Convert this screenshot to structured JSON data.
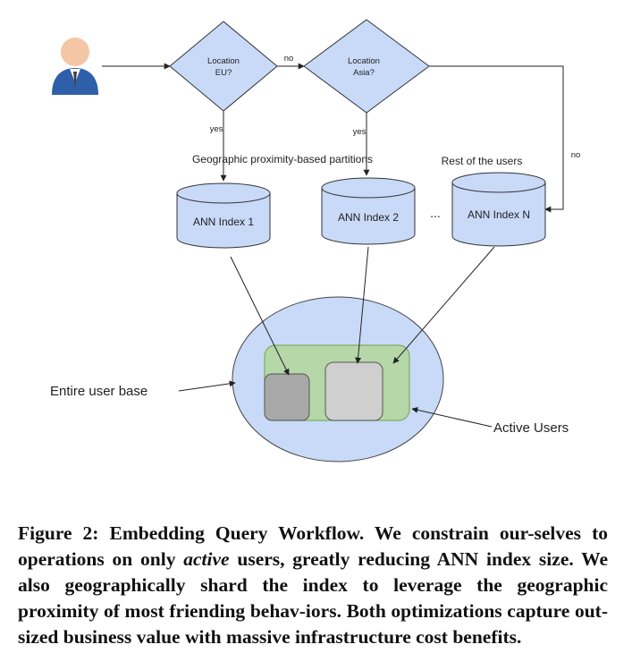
{
  "diagram": {
    "decision_eu": [
      "Location",
      "EU?"
    ],
    "decision_asia": [
      "Location",
      "Asia?"
    ],
    "edge_no_1": "no",
    "edge_yes_1": "yes",
    "edge_yes_2": "yes",
    "edge_no_2": "no",
    "partition_label": "Geographic proximity-based partitions",
    "rest_label": "Rest of the users",
    "ellipsis": "...",
    "index_1": "ANN Index 1",
    "index_2": "ANN Index 2",
    "index_n": "ANN Index N",
    "entire_user_base": "Entire user base",
    "active_users": "Active Users",
    "colors": {
      "decision_fill": "#c9daf8",
      "cylinder_fill": "#c9daf8",
      "ellipse_fill": "#c9daf8",
      "active_fill": "#b6d7a8",
      "active_stroke": "#7aae5a",
      "shard_dark": "#a8a8a8",
      "shard_light": "#cfcfcf",
      "user_suit": "#2f5fa8",
      "user_skin": "#f5c6a5"
    }
  },
  "caption": {
    "lead": "Figure 2: Embedding Query Workflow. We constrain our-selves to operations on only ",
    "emph": "active",
    "rest": " users, greatly reducing ANN index size. We also geographically shard the index to leverage the geographic proximity of most friending behav-iors. Both optimizations capture out-sized business value with massive infrastructure cost benefits."
  }
}
